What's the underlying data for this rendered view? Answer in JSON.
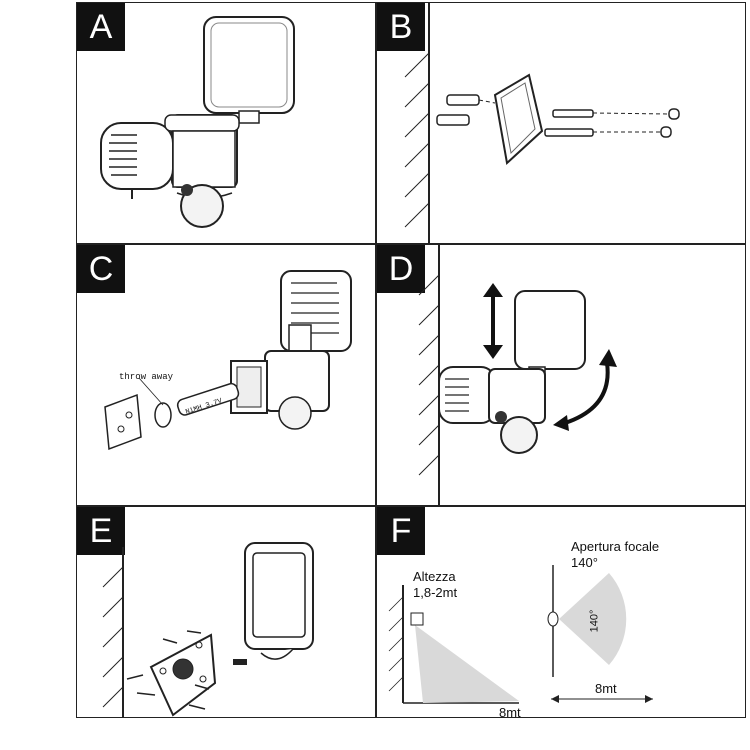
{
  "panels": {
    "a": {
      "letter": "A"
    },
    "b": {
      "letter": "B"
    },
    "c": {
      "letter": "C",
      "battery_note": "throw away",
      "battery_text": "NiMH 3.7V"
    },
    "d": {
      "letter": "D"
    },
    "e": {
      "letter": "E"
    },
    "f": {
      "letter": "F",
      "height_label": "Altezza",
      "height_value": "1,8-2mt",
      "distance_label": "8mt",
      "aperture_label": "Apertura focale",
      "aperture_value": "140°",
      "angle_label": "140°",
      "range_label": "8mt"
    }
  },
  "colors": {
    "badge": "#111111",
    "line": "#222222",
    "fill_grey": "#d9d9d9"
  }
}
